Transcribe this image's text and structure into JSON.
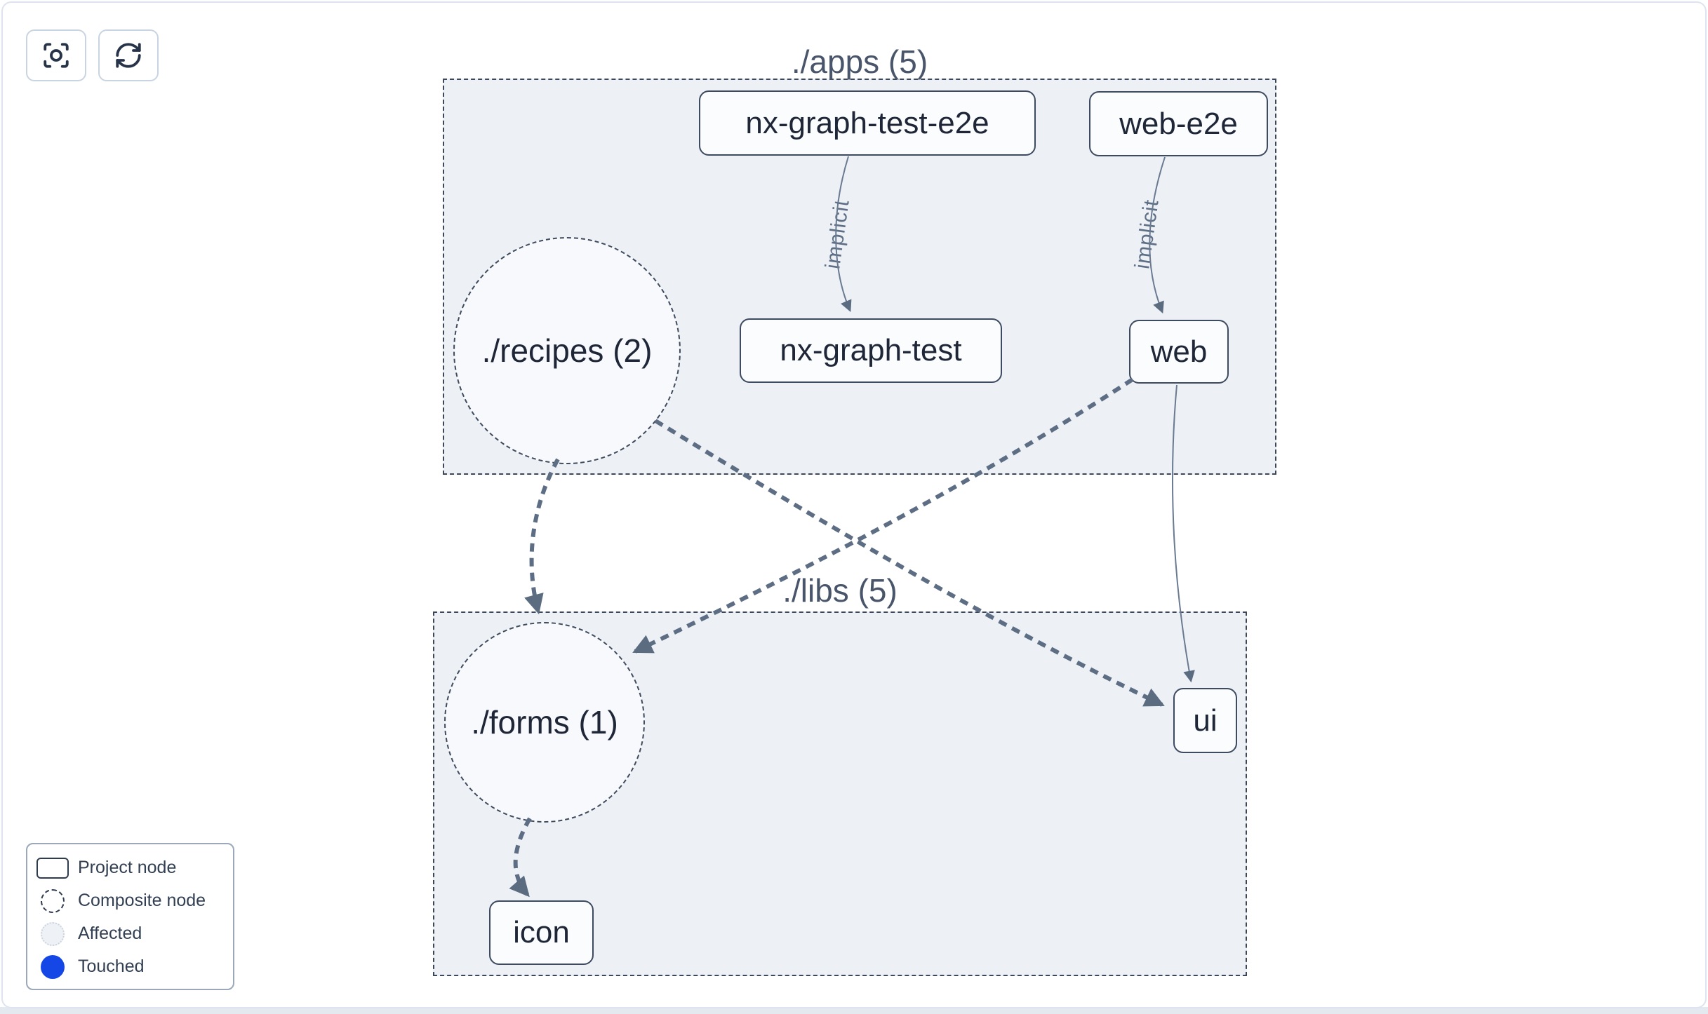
{
  "toolbar": {
    "buttons": [
      {
        "name": "focus-graph",
        "icon": "focus-icon"
      },
      {
        "name": "refresh-graph",
        "icon": "refresh-icon"
      }
    ]
  },
  "clusters": {
    "apps": {
      "title": "./apps (5)"
    },
    "libs": {
      "title": "./libs (5)"
    }
  },
  "nodes": {
    "nx_graph_test_e2e": {
      "label": "nx-graph-test-e2e",
      "type": "project"
    },
    "web_e2e": {
      "label": "web-e2e",
      "type": "project"
    },
    "nx_graph_test": {
      "label": "nx-graph-test",
      "type": "project"
    },
    "web": {
      "label": "web",
      "type": "project"
    },
    "recipes": {
      "label": "./recipes (2)",
      "type": "composite"
    },
    "forms": {
      "label": "./forms (1)",
      "type": "composite"
    },
    "ui": {
      "label": "ui",
      "type": "project"
    },
    "icon": {
      "label": "icon",
      "type": "project"
    }
  },
  "edges": [
    {
      "from": "nx-graph-test-e2e",
      "to": "nx-graph-test",
      "label": "implicit",
      "style": "solid-thin"
    },
    {
      "from": "web-e2e",
      "to": "web",
      "label": "implicit",
      "style": "solid-thin"
    },
    {
      "from": "web",
      "to": "ui",
      "label": "",
      "style": "solid-thin"
    },
    {
      "from": "./recipes (2)",
      "to": "./forms (1)",
      "label": "",
      "style": "dashed-thick"
    },
    {
      "from": "./recipes (2)",
      "to": "ui",
      "label": "",
      "style": "dashed-thick"
    },
    {
      "from": "web",
      "to": "./forms (1)",
      "label": "",
      "style": "dashed-thick"
    },
    {
      "from": "./forms (1)",
      "to": "icon",
      "label": "",
      "style": "dashed-thick"
    }
  ],
  "legend": {
    "items": [
      {
        "swatch": "project-node-swatch",
        "label": "Project node"
      },
      {
        "swatch": "composite-node-swatch",
        "label": "Composite node"
      },
      {
        "swatch": "affected-swatch",
        "label": "Affected"
      },
      {
        "swatch": "touched-swatch",
        "label": "Touched"
      }
    ]
  },
  "colors": {
    "touched_blue": "#1546e6",
    "cluster_fill": "#edf1f6",
    "edge_gray": "#5d6d83",
    "node_border": "#3d4a60"
  }
}
